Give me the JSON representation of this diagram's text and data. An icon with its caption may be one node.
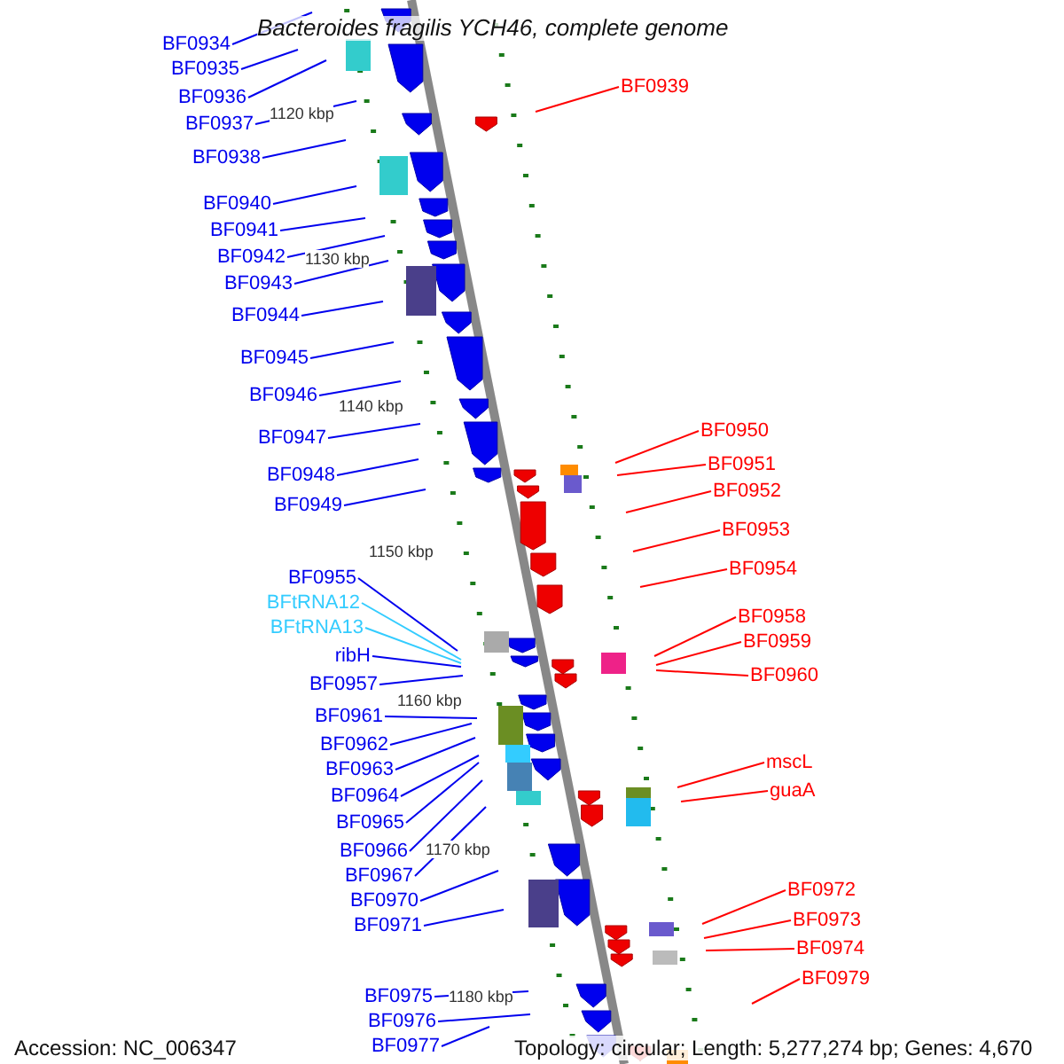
{
  "diagram": {
    "title": "Bacteroides fragilis YCH46, complete genome",
    "nodes": [
      {
        "text": [
          "BF0934"
        ]
      },
      {
        "text": [
          "BF0935"
        ]
      },
      {
        "text": [
          "BF0936"
        ]
      },
      {
        "text": [
          "BF0937"
        ]
      },
      {
        "text": [
          "BF0938"
        ]
      },
      {
        "text": [
          "BF0940"
        ]
      },
      {
        "text": [
          "BF0941"
        ]
      },
      {
        "text": [
          "BF0942"
        ]
      },
      {
        "text": [
          "BF0943"
        ]
      },
      {
        "text": [
          "BF0944"
        ]
      },
      {
        "text": [
          "BF0945"
        ]
      },
      {
        "text": [
          "BF0946"
        ]
      },
      {
        "text": [
          "BF0947"
        ]
      },
      {
        "text": [
          "BF0948"
        ]
      },
      {
        "text": [
          "BF0949"
        ]
      },
      {
        "text": [
          "BF0955"
        ]
      },
      {
        "text": [
          "BFtRNA12"
        ]
      },
      {
        "text": [
          "BFtRNA13"
        ]
      },
      {
        "text": [
          "ribH"
        ]
      },
      {
        "text": [
          "BF0957"
        ]
      },
      {
        "text": [
          "BF0961"
        ]
      },
      {
        "text": [
          "BF0962"
        ]
      },
      {
        "text": [
          "BF0963"
        ]
      },
      {
        "text": [
          "BF0964"
        ]
      },
      {
        "text": [
          "BF0965"
        ]
      },
      {
        "text": [
          "BF0966"
        ]
      },
      {
        "text": [
          "BF0967"
        ]
      },
      {
        "text": [
          "BF0970"
        ]
      },
      {
        "text": [
          "BF0971"
        ]
      },
      {
        "text": [
          "BF0975"
        ]
      },
      {
        "text": [
          "BF0976"
        ]
      },
      {
        "text": [
          "BF0977"
        ]
      },
      {
        "text": [
          "BF0939"
        ]
      },
      {
        "text": [
          "BF0950"
        ]
      },
      {
        "text": [
          "BF0951"
        ]
      },
      {
        "text": [
          "BF0952"
        ]
      },
      {
        "text": [
          "BF0953"
        ]
      },
      {
        "text": [
          "BF0954"
        ]
      },
      {
        "text": [
          "BF0958"
        ]
      },
      {
        "text": [
          "BF0959"
        ]
      },
      {
        "text": [
          "BF0960"
        ]
      },
      {
        "text": [
          "mscL"
        ]
      },
      {
        "text": [
          "guaA"
        ]
      },
      {
        "text": [
          "BF0972"
        ]
      },
      {
        "text": [
          "BF0973"
        ]
      },
      {
        "text": [
          "BF0974"
        ]
      },
      {
        "text": [
          "BF0979"
        ]
      }
    ],
    "edges": [
      {
        "from": 0,
        "to": null,
        "arrow": "none"
      },
      {
        "from": 1,
        "to": null,
        "arrow": "none"
      },
      {
        "from": 2,
        "to": null,
        "arrow": "none"
      },
      {
        "from": 3,
        "to": null,
        "arrow": "none"
      },
      {
        "from": 4,
        "to": null,
        "arrow": "none"
      },
      {
        "from": 5,
        "to": null,
        "arrow": "none"
      },
      {
        "from": 6,
        "to": null,
        "arrow": "none"
      },
      {
        "from": 7,
        "to": null,
        "arrow": "none"
      },
      {
        "from": 8,
        "to": null,
        "arrow": "none"
      },
      {
        "from": 9,
        "to": null,
        "arrow": "none"
      },
      {
        "from": 10,
        "to": null,
        "arrow": "none"
      },
      {
        "from": 11,
        "to": null,
        "arrow": "none"
      },
      {
        "from": 12,
        "to": null,
        "arrow": "none"
      },
      {
        "from": 13,
        "to": null,
        "arrow": "none"
      },
      {
        "from": 14,
        "to": null,
        "arrow": "none"
      },
      {
        "from": 15,
        "to": null,
        "arrow": "none"
      },
      {
        "from": 16,
        "to": null,
        "arrow": "none",
        "color": "#33ccff"
      },
      {
        "from": 17,
        "to": null,
        "arrow": "none",
        "color": "#33ccff"
      },
      {
        "from": 18,
        "to": null,
        "arrow": "none"
      },
      {
        "from": 19,
        "to": null,
        "arrow": "none"
      },
      {
        "from": 20,
        "to": null,
        "arrow": "none"
      },
      {
        "from": 21,
        "to": null,
        "arrow": "none"
      },
      {
        "from": 22,
        "to": null,
        "arrow": "none"
      },
      {
        "from": 23,
        "to": null,
        "arrow": "none"
      },
      {
        "from": 24,
        "to": null,
        "arrow": "none"
      },
      {
        "from": 25,
        "to": null,
        "arrow": "none"
      },
      {
        "from": 26,
        "to": null,
        "arrow": "none"
      },
      {
        "from": 27,
        "to": null,
        "arrow": "none"
      },
      {
        "from": 28,
        "to": null,
        "arrow": "none"
      },
      {
        "from": 29,
        "to": null,
        "arrow": "none"
      },
      {
        "from": 30,
        "to": null,
        "arrow": "none"
      },
      {
        "from": 31,
        "to": null,
        "arrow": "none"
      },
      {
        "from": 32,
        "to": null,
        "arrow": "none",
        "color": "#ff0000"
      },
      {
        "from": 33,
        "to": null,
        "arrow": "none",
        "color": "#ff0000"
      },
      {
        "from": 34,
        "to": null,
        "arrow": "none",
        "color": "#ff0000"
      },
      {
        "from": 35,
        "to": null,
        "arrow": "none",
        "color": "#ff0000"
      },
      {
        "from": 36,
        "to": null,
        "arrow": "none",
        "color": "#ff0000"
      },
      {
        "from": 37,
        "to": null,
        "arrow": "none",
        "color": "#ff0000"
      },
      {
        "from": 38,
        "to": null,
        "arrow": "none",
        "color": "#ff0000"
      },
      {
        "from": 39,
        "to": null,
        "arrow": "none",
        "color": "#ff0000"
      },
      {
        "from": 40,
        "to": null,
        "arrow": "none",
        "color": "#ff0000"
      },
      {
        "from": 41,
        "to": null,
        "arrow": "none",
        "color": "#ff0000"
      },
      {
        "from": 42,
        "to": null,
        "arrow": "none",
        "color": "#ff0000"
      },
      {
        "from": 43,
        "to": null,
        "arrow": "none",
        "color": "#ff0000"
      },
      {
        "from": 44,
        "to": null,
        "arrow": "none",
        "color": "#ff0000"
      },
      {
        "from": 45,
        "to": null,
        "arrow": "none",
        "color": "#ff0000"
      },
      {
        "from": 46,
        "to": null,
        "arrow": "none",
        "color": "#ff0000"
      }
    ],
    "labels": [
      "1120 kbp",
      "1130 kbp",
      "1140 kbp",
      "1150 kbp",
      "1160 kbp",
      "1170 kbp",
      "1180 kbp",
      "Accession: NC_006347",
      "Topology: circular; Length: 5,277,274 bp; Genes: 4,670"
    ]
  }
}
